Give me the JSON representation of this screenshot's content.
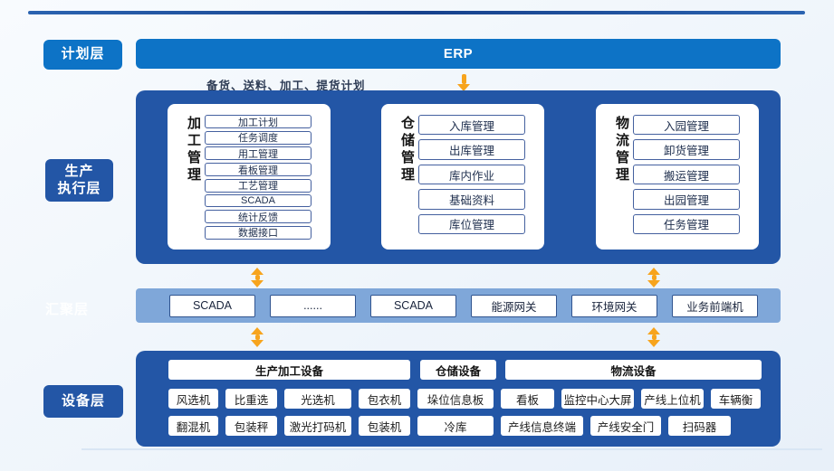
{
  "planning": {
    "label": "计划层",
    "erp": "ERP",
    "caption": "备货、送料、加工、提货计划"
  },
  "execution": {
    "label_line1": "生产",
    "label_line2": "执行层",
    "groups": [
      {
        "title": "加工管理",
        "items": [
          "加工计划",
          "任务调度",
          "用工管理",
          "看板管理",
          "工艺管理",
          "SCADA",
          "统计反馈",
          "数据接口"
        ]
      },
      {
        "title": "仓储管理",
        "items": [
          "入库管理",
          "出库管理",
          "库内作业",
          "基础资料",
          "库位管理"
        ]
      },
      {
        "title": "物流管理",
        "items": [
          "入园管理",
          "卸货管理",
          "搬运管理",
          "出园管理",
          "任务管理"
        ]
      }
    ]
  },
  "aggregation": {
    "label": "汇聚层",
    "items": [
      "SCADA",
      "......",
      "SCADA",
      "能源网关",
      "环境网关",
      "业务前端机"
    ]
  },
  "device": {
    "label": "设备层",
    "headers": [
      "生产加工设备",
      "仓储设备",
      "物流设备"
    ],
    "row1": [
      "风选机",
      "比重选",
      "光选机",
      "包衣机",
      "垛位信息板",
      "看板",
      "监控中心大屏",
      "产线上位机",
      "车辆衡"
    ],
    "row2": [
      "翻混机",
      "包装秤",
      "激光打码机",
      "包装机",
      "冷库",
      "产线信息终端",
      "产线安全门",
      "扫码器"
    ]
  },
  "colors": {
    "bright_blue": "#0d73c6",
    "dark_blue": "#2356a6",
    "light_blue": "#7fa7d9",
    "arrow_orange": "#f7a41d",
    "top_rule": "#16418c"
  }
}
